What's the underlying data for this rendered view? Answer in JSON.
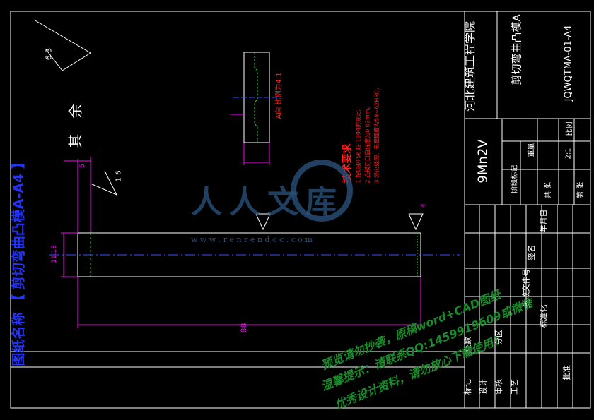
{
  "left_banner": {
    "label": "图纸名称",
    "title": "【 剪切弯曲凸模A-A4 】"
  },
  "surface_finish": {
    "top_value": "6.3",
    "side_value": "1.6",
    "other": "其 余"
  },
  "detail_view": {
    "label": "A向 比例为4:1"
  },
  "tech_requirements": {
    "title": "技术要求",
    "items": [
      "1.按GB/T5633-1994的规定。",
      "2.凸模刃口直线度为0.03mm。",
      "3.淬火处理，表面硬度为58~62HRC。"
    ]
  },
  "dimensions": {
    "length": "88",
    "height": "11.18",
    "left_small": "5",
    "right_small": "4"
  },
  "title_block": {
    "school": "河北建筑工程学院",
    "part_name": "剪切弯曲凸模A",
    "drawing_no": "JQWQTMA-01-A4",
    "material": "9Mn2V",
    "scale_label": "比例",
    "scale_value": "2:1",
    "weight_label": "重量",
    "mark_label": "阶段标记",
    "sheet_total": "共 张",
    "sheet_no": "第 张",
    "rows": [
      "标记",
      "设计",
      "审核",
      "工艺"
    ],
    "row_extra": [
      "处数",
      "标准化",
      "批准"
    ],
    "cols": [
      "分区",
      "更改文件号",
      "签名",
      "年月日"
    ]
  },
  "watermark": {
    "logo": "人人文库",
    "url": "w w w . r e n r e n d o c . c o m",
    "notes": [
      "预览请勿抄袭，原稿word+CAD图纸",
      "温馨提示：请联系QQ:1459919609或微信",
      "优秀设计资料，请勿放心下载使用！"
    ]
  },
  "colors": {
    "frame": "#ffffff",
    "dimension": "#ff00ff",
    "red_text": "#ff2020",
    "banner_blue": "#2233ff",
    "watermark_green": "#1a8a2a",
    "centerline": "#3355ff"
  }
}
